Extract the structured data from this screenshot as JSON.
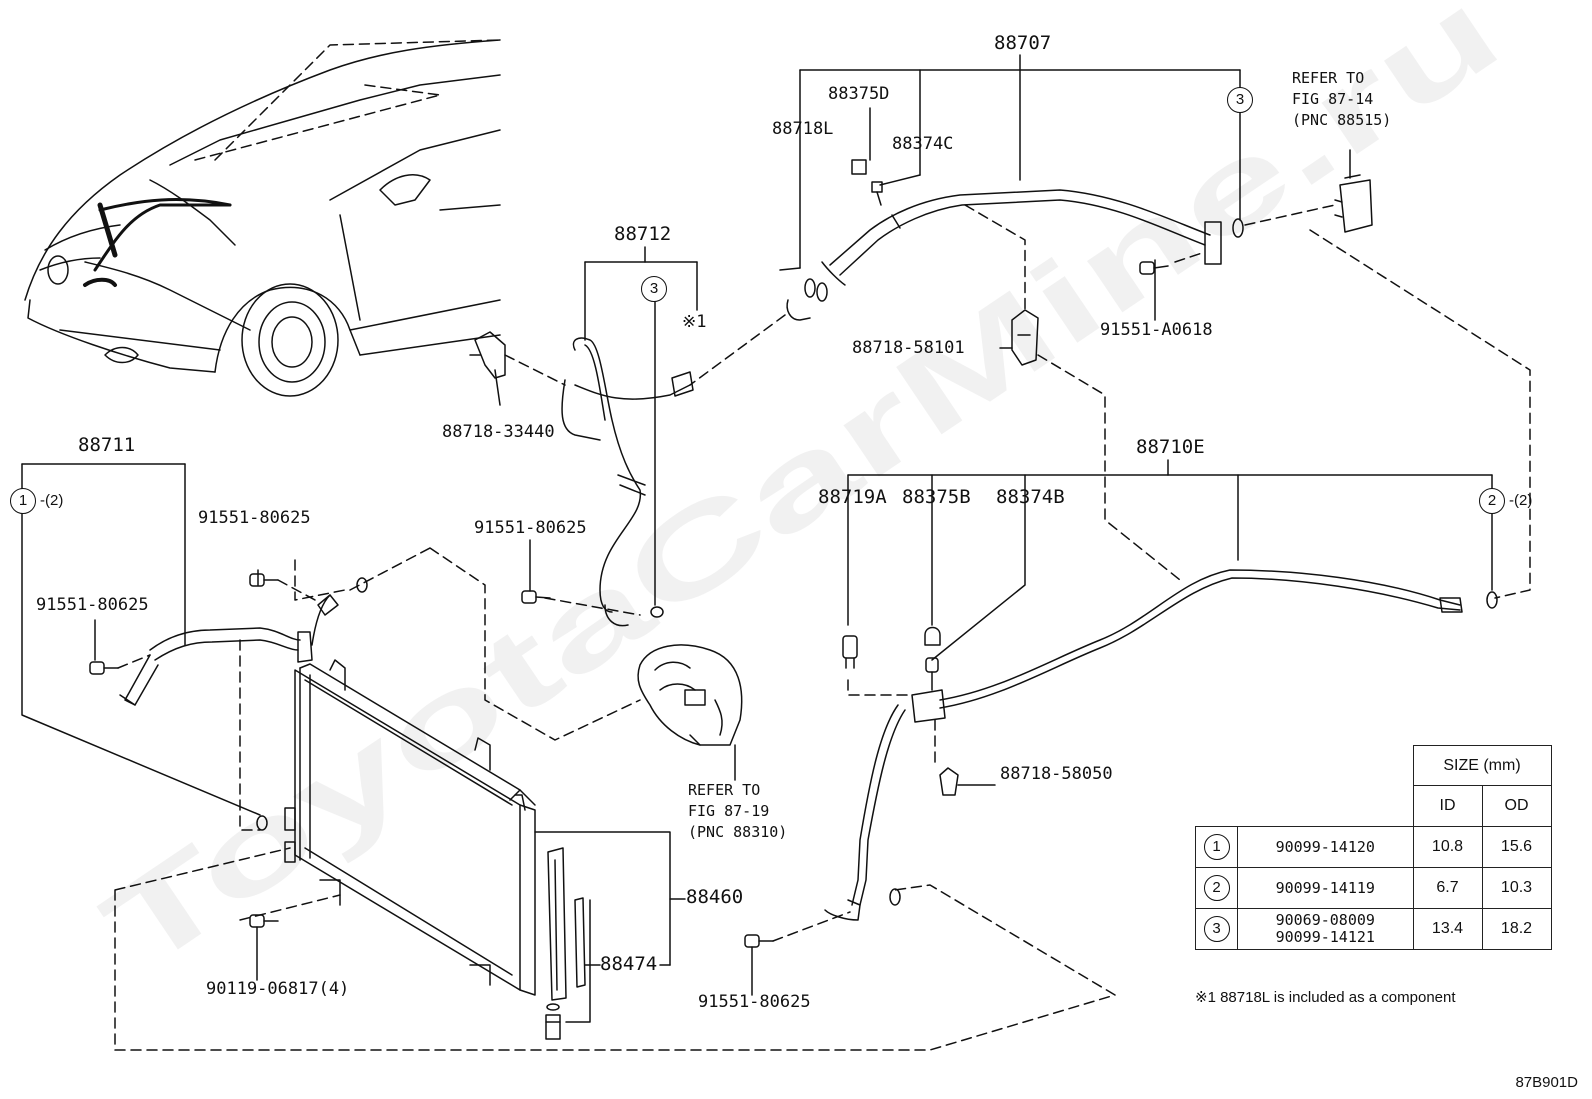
{
  "watermark": "ToyotaCarMine.ru",
  "labels": {
    "l88707": "88707",
    "l88375D": "88375D",
    "l88718L": "88718L",
    "l88374C": "88374C",
    "l88712": "88712",
    "l88718_33440": "88718-33440",
    "l88718_58101": "88718-58101",
    "l91551_A0618": "91551-A0618",
    "l88711": "88711",
    "l91551_80625_a": "91551-80625",
    "l91551_80625_b": "91551-80625",
    "l91551_80625_c": "91551-80625",
    "l91551_80625_d": "91551-80625",
    "l88710E": "88710E",
    "l88719A": "88719A",
    "l88375B": "88375B",
    "l88374B": "88374B",
    "l88718_58050": "88718-58050",
    "l88460": "88460",
    "l88474": "88474",
    "l90119_06817": "90119-06817(4)",
    "note_mark": "※1"
  },
  "refer": {
    "fig87_14": "REFER TO\nFIG 87-14\n(PNC 88515)",
    "fig87_19": "REFER TO\nFIG 87-19\n(PNC 88310)"
  },
  "callouts": {
    "c1": "1",
    "c1_suffix": "-(2)",
    "c2": "2",
    "c2_suffix": "-(2)",
    "c3_top": "3",
    "c3_mid": "3"
  },
  "size_table": {
    "header": "SIZE (mm)",
    "col_id": "ID",
    "col_od": "OD",
    "rows": [
      {
        "mark": "1",
        "part1": "90099-14120",
        "part2": "",
        "id": "10.8",
        "od": "15.6"
      },
      {
        "mark": "2",
        "part1": "90099-14119",
        "part2": "",
        "id": "6.7",
        "od": "10.3"
      },
      {
        "mark": "3",
        "part1": "90069-08009",
        "part2": "90099-14121",
        "id": "13.4",
        "od": "18.2"
      }
    ]
  },
  "footnote": "※1 88718L is included as a component",
  "figure_code": "87B901D"
}
